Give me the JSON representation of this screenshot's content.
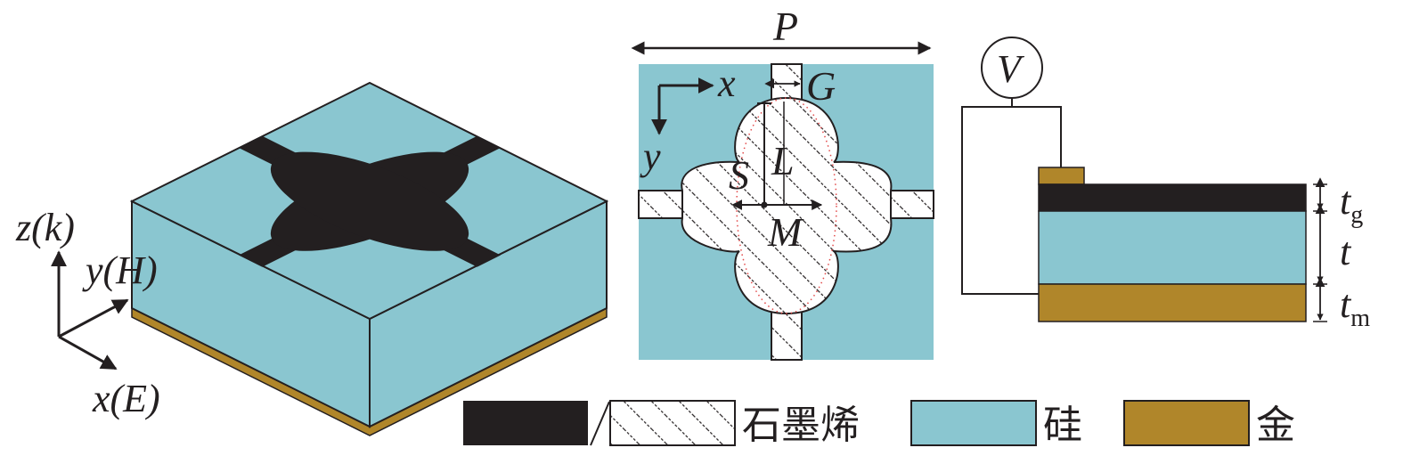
{
  "colors": {
    "graphene": "#231f20",
    "silicon": "#8ac6d0",
    "gold": "#b0862a",
    "outline": "#231f20"
  },
  "iso_view": {
    "axes": {
      "z": "z(k)",
      "y": "y(H)",
      "x": "x(E)"
    }
  },
  "top_view": {
    "labels": {
      "period": "P",
      "gap": "G",
      "x_axis": "x",
      "y_axis": "y",
      "length": "L",
      "s": "S",
      "m": "M"
    }
  },
  "side_view": {
    "voltmeter": "V",
    "thickness_graphene": "t",
    "thickness_graphene_sub": "g",
    "thickness_silicon": "t",
    "thickness_metal": "t",
    "thickness_metal_sub": "m"
  },
  "legend": {
    "items": [
      {
        "label": "石墨烯"
      },
      {
        "label": "硅"
      },
      {
        "label": "金"
      }
    ]
  }
}
